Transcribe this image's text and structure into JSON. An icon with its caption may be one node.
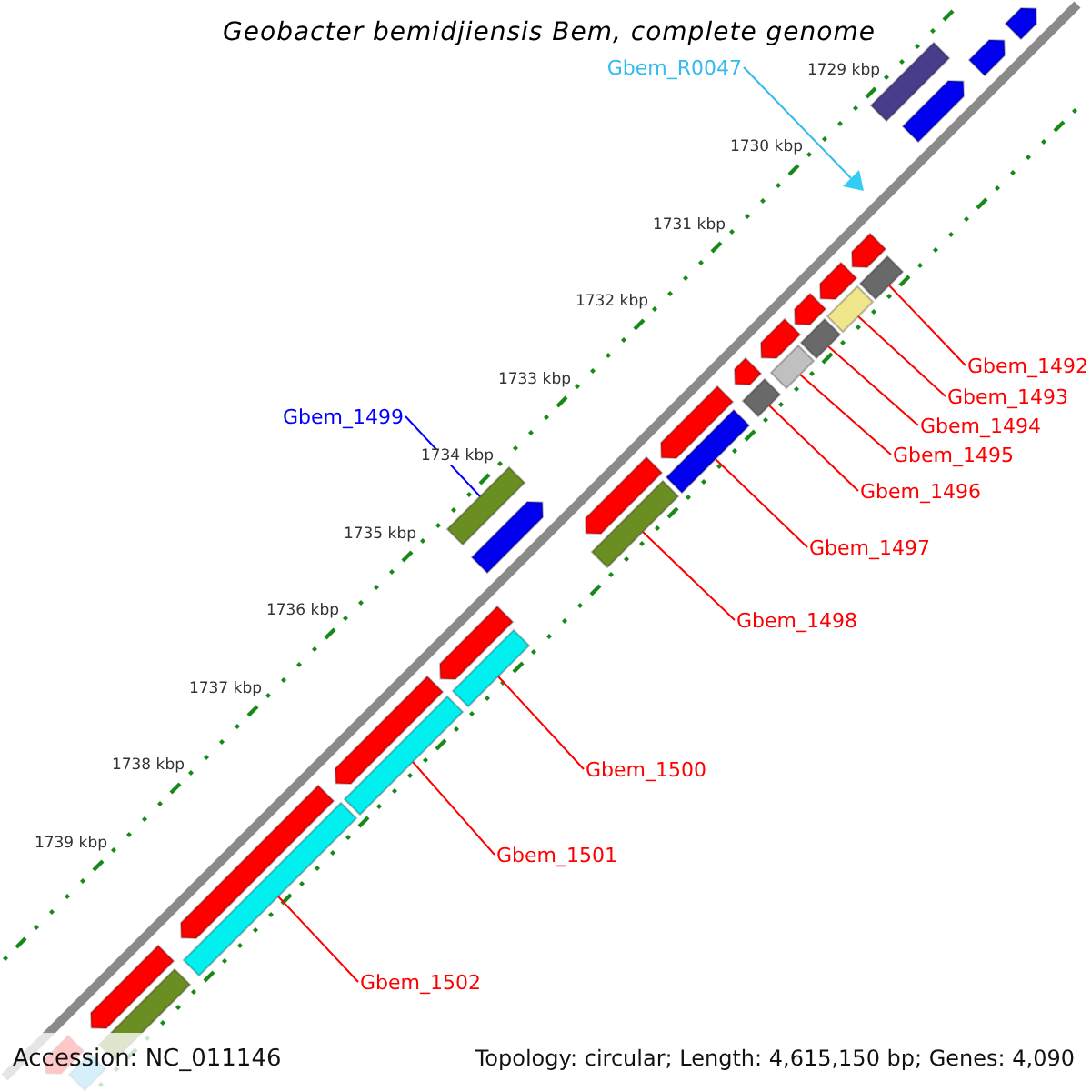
{
  "diagram": {
    "title": "Geobacter bemidjiensis Bem, complete genome",
    "nodes": [
      {
        "text": [
          "Gbem_R0047"
        ]
      },
      {
        "text": [],
        "shape": "triangle"
      },
      {
        "text": [
          "Gbem_1492"
        ]
      },
      {
        "text": [],
        "shape": "bar"
      },
      {
        "text": [
          "Gbem_1493"
        ]
      },
      {
        "text": [],
        "shape": "bar"
      },
      {
        "text": [
          "Gbem_1494"
        ]
      },
      {
        "text": [],
        "shape": "bar"
      },
      {
        "text": [
          "Gbem_1495"
        ]
      },
      {
        "text": [],
        "shape": "bar"
      },
      {
        "text": [
          "Gbem_1496"
        ]
      },
      {
        "text": [],
        "shape": "bar"
      },
      {
        "text": [
          "Gbem_1497"
        ]
      },
      {
        "text": [],
        "shape": "bar"
      },
      {
        "text": [
          "Gbem_1498"
        ]
      },
      {
        "text": [],
        "shape": "bar"
      },
      {
        "text": [
          "Gbem_1499"
        ]
      },
      {
        "text": [],
        "shape": "bar"
      },
      {
        "text": [
          "Gbem_1500"
        ]
      },
      {
        "text": [],
        "shape": "bar"
      },
      {
        "text": [
          "Gbem_1501"
        ]
      },
      {
        "text": [],
        "shape": "bar"
      },
      {
        "text": [
          "Gbem_1502"
        ]
      },
      {
        "text": [],
        "shape": "bar"
      },
      {
        "text": [],
        "shape": "arrow"
      },
      {
        "text": [],
        "shape": "arrow"
      },
      {
        "text": [],
        "shape": "bar"
      },
      {
        "text": [],
        "shape": "arrow"
      },
      {
        "text": [],
        "shape": "arrow"
      },
      {
        "text": [],
        "shape": "arrow"
      },
      {
        "text": [],
        "shape": "arrow"
      },
      {
        "text": [],
        "shape": "arrow"
      },
      {
        "text": [],
        "shape": "arrow"
      },
      {
        "text": [],
        "shape": "arrow"
      },
      {
        "text": [],
        "shape": "arrow"
      },
      {
        "text": [],
        "shape": "arrow"
      },
      {
        "text": [],
        "shape": "arrow"
      },
      {
        "text": [],
        "shape": "arrow"
      },
      {
        "text": [],
        "shape": "arrow"
      },
      {
        "text": [],
        "shape": "arrow"
      },
      {
        "text": [],
        "shape": "arrow"
      },
      {
        "text": [],
        "shape": "bar"
      },
      {
        "text": [],
        "shape": "bar"
      }
    ],
    "edges": [
      {
        "from": 0,
        "to": 1,
        "arrow": "none",
        "color": "#33bbee"
      },
      {
        "from": 2,
        "to": 3,
        "arrow": "none"
      },
      {
        "from": 4,
        "to": 5,
        "arrow": "none"
      },
      {
        "from": 6,
        "to": 7,
        "arrow": "none"
      },
      {
        "from": 8,
        "to": 9,
        "arrow": "none"
      },
      {
        "from": 10,
        "to": 11,
        "arrow": "none"
      },
      {
        "from": 12,
        "to": 13,
        "arrow": "none"
      },
      {
        "from": 14,
        "to": 15,
        "arrow": "none"
      },
      {
        "from": 16,
        "to": 17,
        "arrow": "none",
        "color": "#0000ff"
      },
      {
        "from": 18,
        "to": 19,
        "arrow": "none"
      },
      {
        "from": 20,
        "to": 21,
        "arrow": "none"
      },
      {
        "from": 22,
        "to": 23,
        "arrow": "none"
      }
    ],
    "labels": [
      "1729 kbp",
      "1730 kbp",
      "1731 kbp",
      "1732 kbp",
      "1733 kbp",
      "1734 kbp",
      "1735 kbp",
      "1736 kbp",
      "1737 kbp",
      "1738 kbp",
      "1739 kbp",
      "Accession: NC_011146",
      "Topology: circular; Length: 4,615,150 bp; Genes: 4,090"
    ]
  }
}
